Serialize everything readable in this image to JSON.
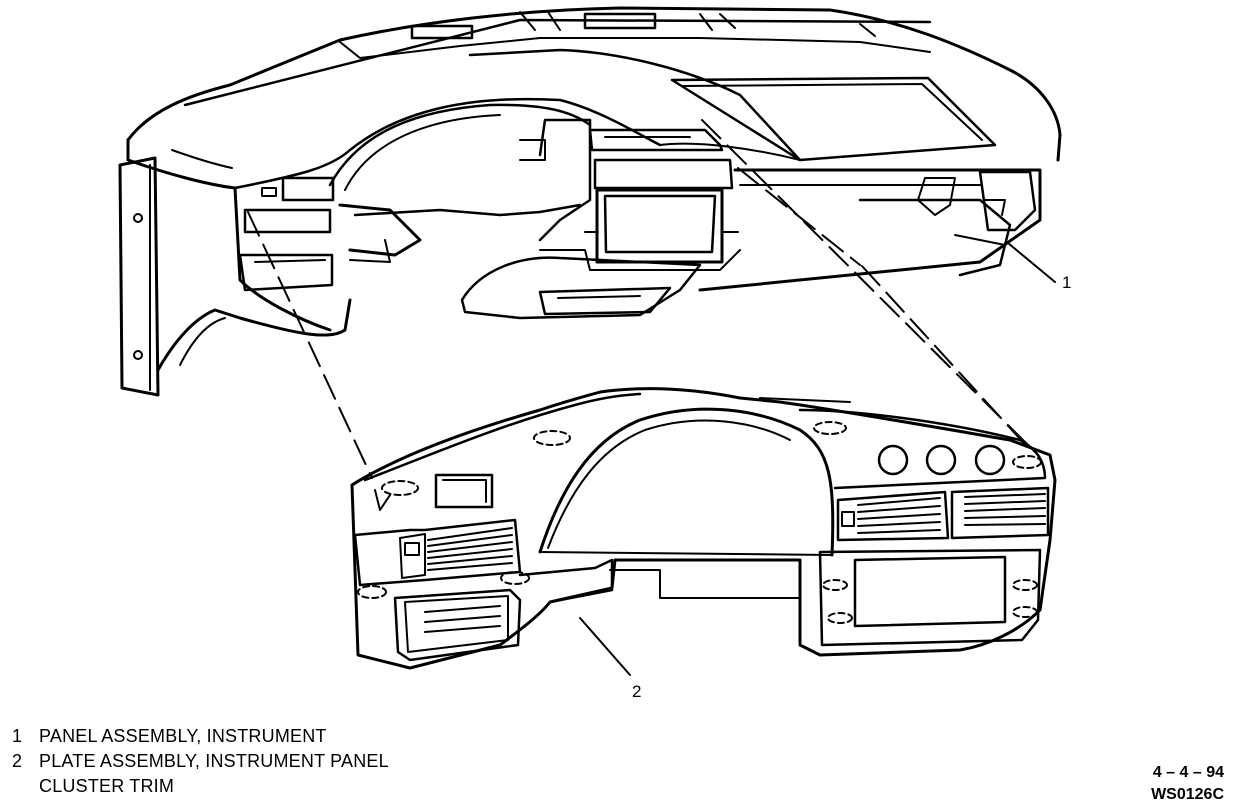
{
  "callouts": [
    {
      "number": "1"
    },
    {
      "number": "2"
    }
  ],
  "legend": [
    {
      "number": "1",
      "lines": [
        "PANEL ASSEMBLY, INSTRUMENT"
      ]
    },
    {
      "number": "2",
      "lines": [
        "PLATE ASSEMBLY, INSTRUMENT PANEL",
        "CLUSTER TRIM"
      ]
    }
  ],
  "figure_code": {
    "date": "4 – 4 – 94",
    "id": "WS0126C"
  }
}
